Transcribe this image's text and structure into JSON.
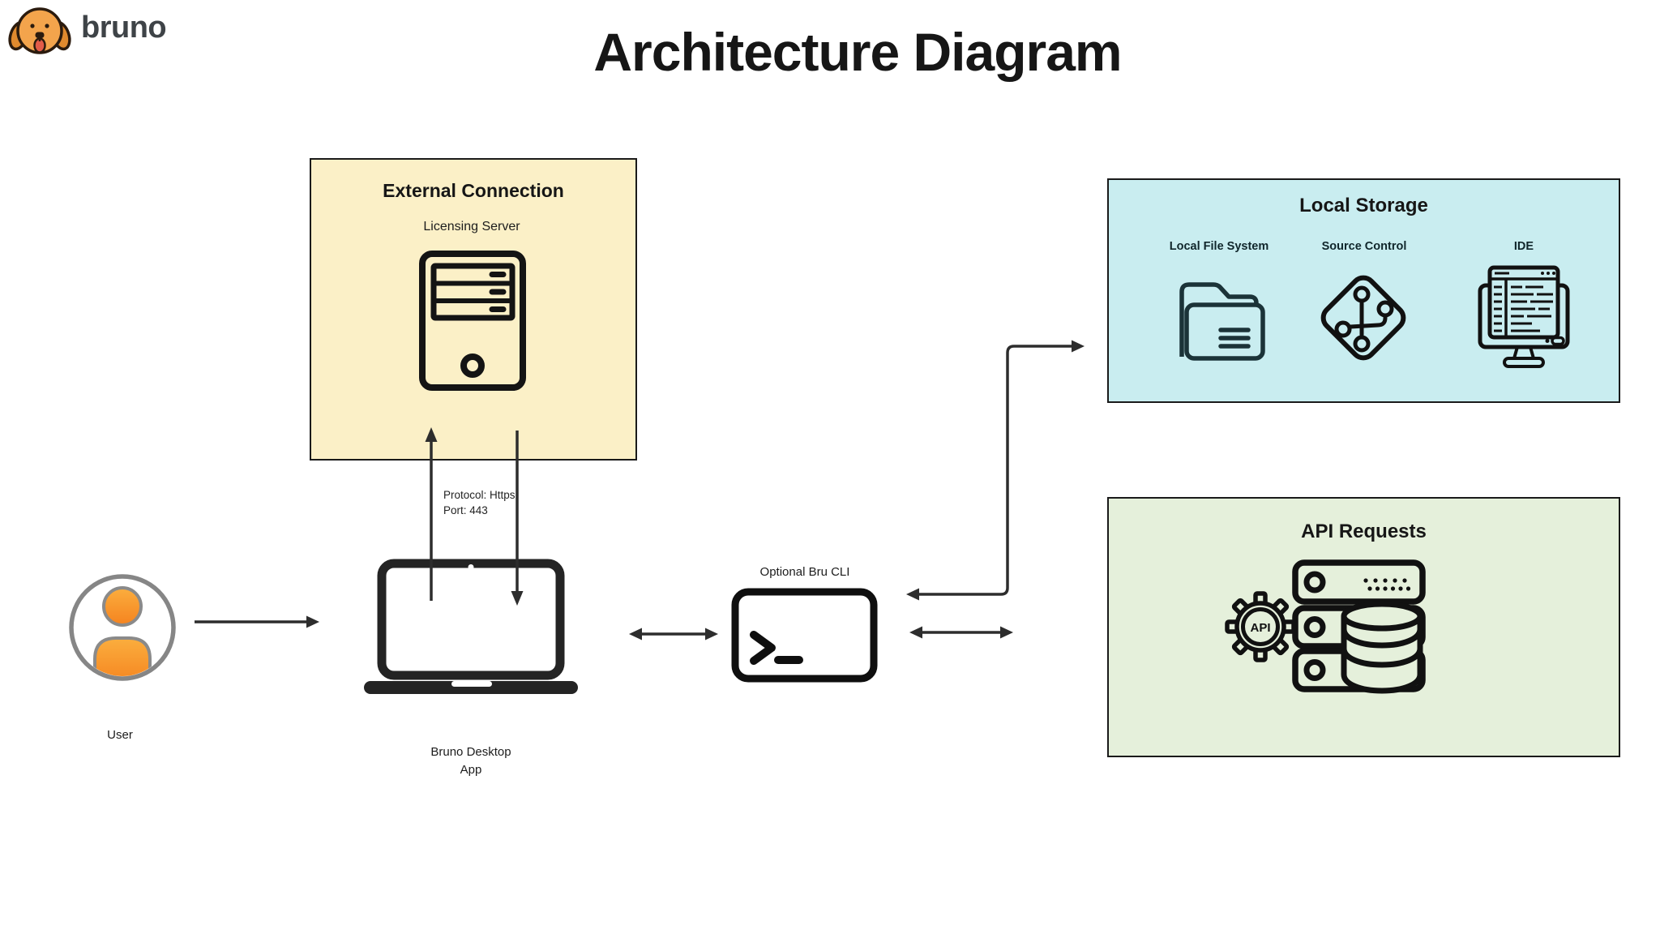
{
  "brand": "bruno",
  "title": "Architecture Diagram",
  "user": {
    "label": "User"
  },
  "desktop": {
    "line1": "Bruno Desktop",
    "line2": "App"
  },
  "cli": {
    "label": "Optional Bru CLI"
  },
  "connection": {
    "line1": "Protocol: Https",
    "line2": "Port: 443"
  },
  "external_box": {
    "title": "External Connection",
    "server_label": "Licensing Server"
  },
  "local_storage_box": {
    "title": "Local Storage",
    "items": [
      {
        "label": "Local File System",
        "icon": "folder-icon"
      },
      {
        "label": "Source Control",
        "icon": "git-branch-icon"
      },
      {
        "label": "IDE",
        "icon": "ide-monitor-icon"
      }
    ]
  },
  "api_requests_box": {
    "title": "API Requests",
    "gear_label": "API"
  },
  "colors": {
    "background": "#FFFFFF",
    "external_fill": "#FBF0C7",
    "local_storage_fill": "#C9EDF0",
    "api_requests_fill": "#E5F0DB",
    "box_border": "#1A1A1A",
    "arrow": "#2D2D2D",
    "icon_stroke": "#111111",
    "accent_orange": "#F5831F",
    "brand_text": "#3E4347",
    "tongue_red": "#E25C49"
  }
}
